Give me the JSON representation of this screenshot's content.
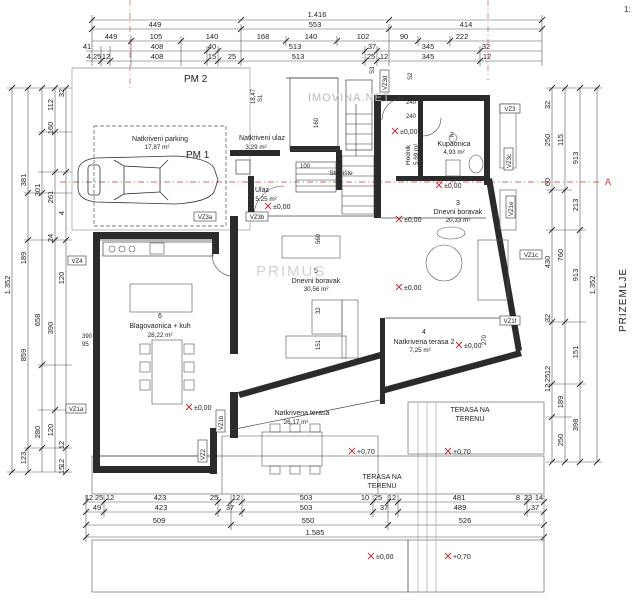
{
  "plan": {
    "side_title": "PRIZEMLJE",
    "watermark_top": "IMOVINA.NET",
    "watermark_mid": "PRIMUS",
    "pm_label_1": "PM 2",
    "pm_label_2": "PM 1",
    "section_mark": "A",
    "corner_text": "1:"
  },
  "dims": {
    "top": [
      "1.416",
      "449",
      "553",
      "414"
    ],
    "top2": [
      "449",
      "105",
      "140",
      "168",
      "140",
      "102",
      "90",
      "222"
    ],
    "top3": [
      "41",
      "408",
      "40",
      "513",
      "37",
      "345",
      "32"
    ],
    "top4": [
      "4,25",
      "12",
      "408",
      "15",
      "25",
      "513",
      "25",
      "12",
      "345",
      "12"
    ],
    "bottom1": [
      "12",
      "25",
      "12",
      "423",
      "25",
      "12",
      "503",
      "10",
      "25",
      "12",
      "481",
      "8",
      "23",
      "14"
    ],
    "bottom2": [
      "49",
      "423",
      "37",
      "503",
      "37",
      "489",
      "37"
    ],
    "bottom3": [
      "509",
      "550",
      "526"
    ],
    "bottom4": [
      "1.585"
    ],
    "left_outer": [
      "1.352"
    ],
    "left2": [
      "381",
      "189",
      "859",
      "123"
    ],
    "left3": [
      "301",
      "658",
      "280"
    ],
    "left4": [
      "112",
      "160",
      "261",
      "24",
      "390",
      "120"
    ],
    "left5": [
      "32",
      "4",
      "120",
      "12",
      "12",
      "15"
    ],
    "right_outer": [
      "1.352"
    ],
    "right2": [
      "760",
      "913",
      "913",
      "250",
      "189",
      "151",
      "398"
    ],
    "right3": [
      "250",
      "60",
      "430",
      "32",
      "12",
      "25",
      "12"
    ],
    "right4": [
      "32",
      "115",
      "213"
    ]
  },
  "rooms": [
    {
      "number": "",
      "name": "Natkriveni parking",
      "area": "17,87 m²"
    },
    {
      "number": "",
      "name": "Natkriveni ulaz",
      "area": "3,29 m²"
    },
    {
      "number": "",
      "name": "Ulaz",
      "area": "5,25 m²"
    },
    {
      "number": "",
      "name": "Stubište",
      "area": ""
    },
    {
      "number": "",
      "name": "Hodnik",
      "area": "5,69 m²"
    },
    {
      "number": "2",
      "name": "Kupaonica",
      "area": "4,93 m²"
    },
    {
      "number": "3",
      "name": "Dnevni boravak",
      "area": "20,33 m²"
    },
    {
      "number": "5",
      "name": "Dnevni boravak",
      "area": "30,56 m²"
    },
    {
      "number": "6",
      "name": "Blagovaonica + kuh",
      "area": "28,22 m²"
    },
    {
      "number": "4",
      "name": "Natkrivena terasa 2",
      "area": "7,25 m²"
    },
    {
      "number": "",
      "name": "Natkrivena terasa",
      "area": "26,17 m²"
    }
  ],
  "outside": {
    "terrace_right_1": "TERASA NA",
    "terrace_right_2": "TERENU",
    "terrace_bottom_1": "TERASA NA",
    "terrace_bottom_2": "TERENU"
  },
  "levels": [
    "±0,00",
    "+0,70",
    "±0,00",
    "±0,00",
    "±0,00",
    "±0,00",
    "±0,00",
    "±0,00",
    "+0,70",
    "±0,00",
    "+0,70"
  ],
  "tags": [
    "VZ3a",
    "VZ3b",
    "VZ4",
    "VZ1a",
    "VZ1b",
    "VZ2",
    "VZ1c",
    "VZ3",
    "VZ3c",
    "VZ3d",
    "VZ1e",
    "VZ1f"
  ],
  "stair_nums": [
    "100",
    "240",
    "160",
    "560",
    "151",
    "390",
    "95",
    "240",
    "32"
  ],
  "door_dims": [
    "S1",
    "S2",
    "S3",
    "18,47",
    "270"
  ]
}
